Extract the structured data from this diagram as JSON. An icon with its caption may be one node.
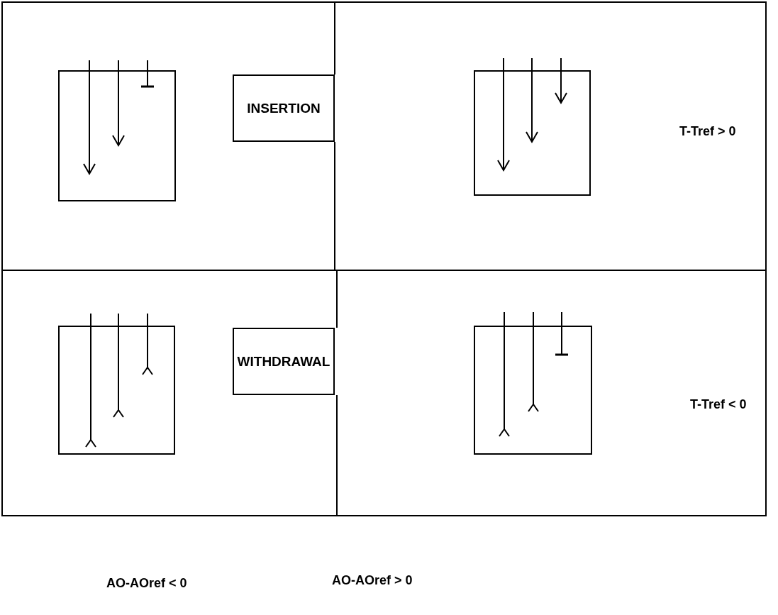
{
  "diagram": {
    "nodes": [
      {
        "text": [
          "INSERTION"
        ]
      },
      {
        "text": [
          "WITHDRAWAL"
        ]
      }
    ],
    "labels": [
      "T-Tref > 0",
      "T-Tref < 0",
      "AO-AOref < 0",
      "AO-AOref > 0"
    ]
  }
}
